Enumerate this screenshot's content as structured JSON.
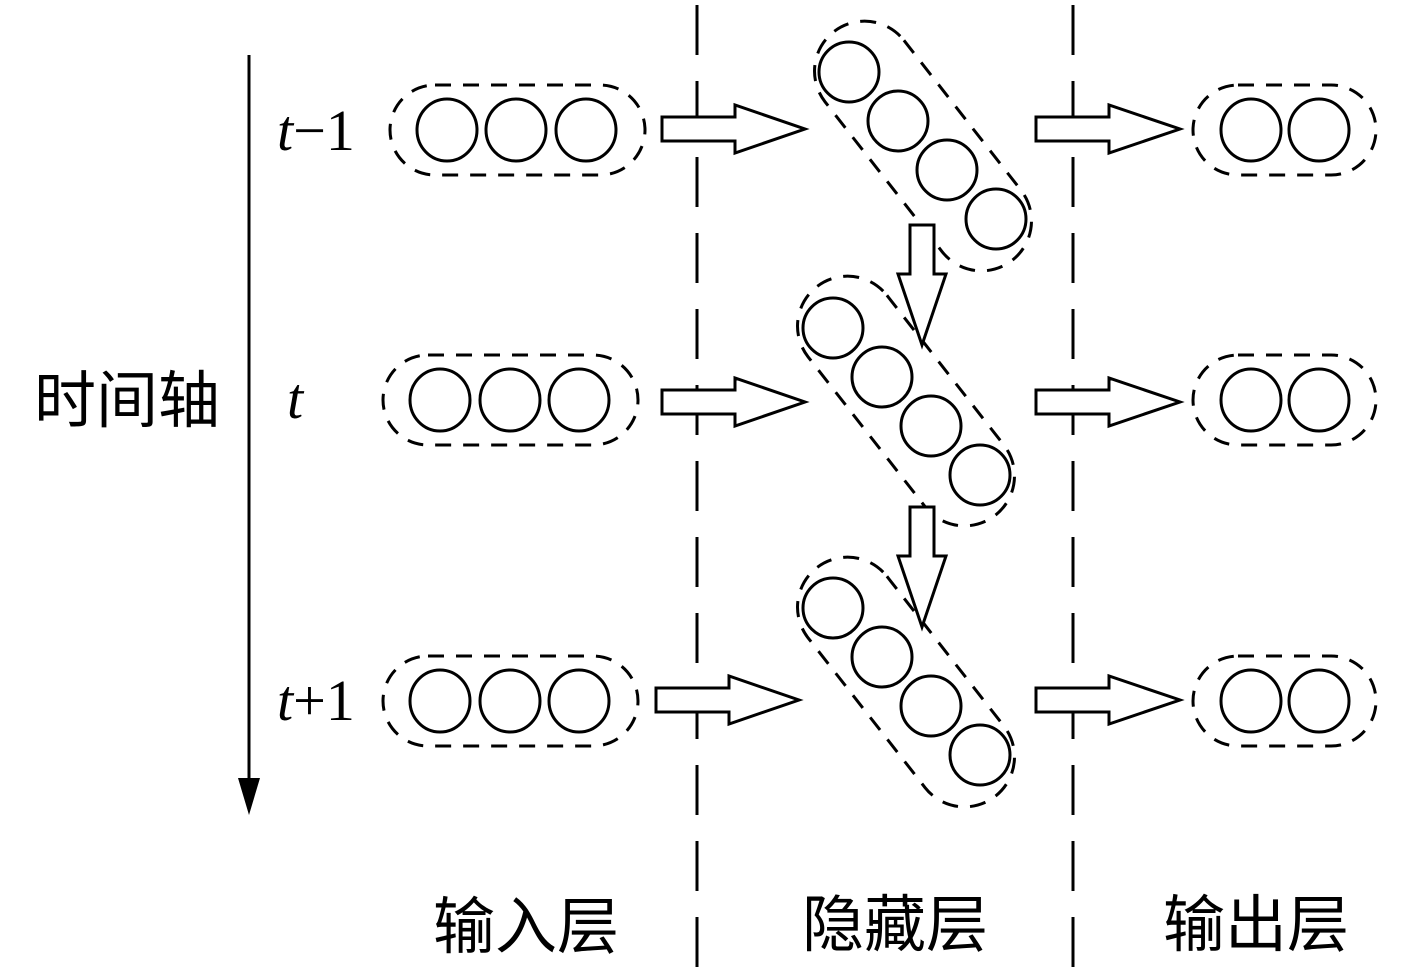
{
  "diagram": {
    "type": "recurrent-neural-network-unrolled",
    "time_axis": {
      "label": "时间轴",
      "direction": "down"
    },
    "time_steps": [
      {
        "label_var": "t",
        "label_suffix": "−1",
        "input_neurons": 3,
        "hidden_neurons": 4,
        "output_neurons": 2
      },
      {
        "label_var": "t",
        "label_suffix": "",
        "input_neurons": 3,
        "hidden_neurons": 4,
        "output_neurons": 2
      },
      {
        "label_var": "t",
        "label_suffix": "+1",
        "input_neurons": 3,
        "hidden_neurons": 4,
        "output_neurons": 2
      }
    ],
    "layers": [
      {
        "id": "input",
        "label": "输入层"
      },
      {
        "id": "hidden",
        "label": "隐藏层"
      },
      {
        "id": "output",
        "label": "输出层"
      }
    ],
    "connections": [
      {
        "from": "input",
        "to": "hidden",
        "kind": "same-time-step"
      },
      {
        "from": "hidden",
        "to": "output",
        "kind": "same-time-step"
      },
      {
        "from": "hidden",
        "to": "hidden",
        "kind": "next-time-step"
      }
    ],
    "colors": {
      "stroke": "#000000",
      "background": "#ffffff"
    }
  }
}
